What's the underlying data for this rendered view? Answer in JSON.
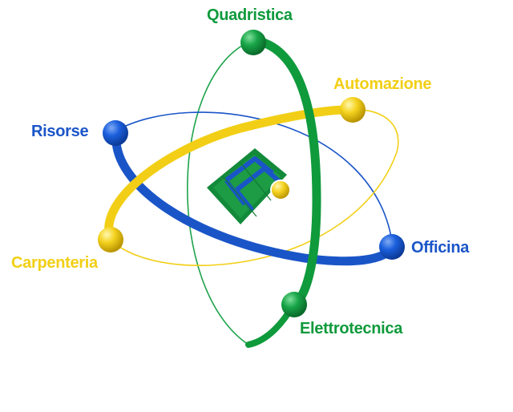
{
  "labels": {
    "quadristica": "Quadristica",
    "automazione": "Automazione",
    "risorse": "Risorse",
    "officina": "Officina",
    "carpenteria": "Carpenteria",
    "elettrotecnica": "Elettrotecnica"
  },
  "colors": {
    "green": "#0f9a3c",
    "yellow": "#f2cf16",
    "blue": "#1a55c8",
    "white": "#ffffff"
  },
  "icons": {
    "center": "chip-logo-icon",
    "nodes": "sphere-node-icon"
  }
}
